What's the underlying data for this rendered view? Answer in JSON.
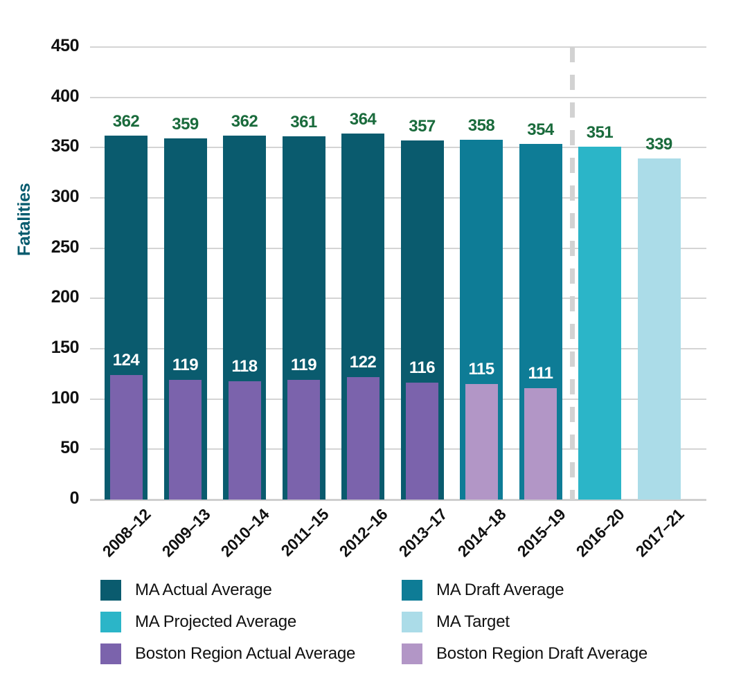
{
  "chart_data": {
    "type": "bar",
    "title": "",
    "xlabel": "",
    "ylabel": "Fatalities",
    "ylim": [
      0,
      450
    ],
    "ytick_step": 50,
    "yticks": [
      0,
      50,
      100,
      150,
      200,
      250,
      300,
      350,
      400,
      450
    ],
    "ytick_labels": [
      "0",
      "50",
      "100",
      "150",
      "200",
      "250",
      "300",
      "350",
      "400",
      "450"
    ],
    "grid": true,
    "legend_position": "bottom",
    "categories": [
      "2008–12",
      "2009–13",
      "2010–14",
      "2011–15",
      "2012–16",
      "2013–17",
      "2014–18",
      "2015–19",
      "2016–20",
      "2017–21"
    ],
    "series": [
      {
        "name": "MA Actual Average",
        "color": "#0A5B6E",
        "values": [
          362,
          359,
          362,
          361,
          364,
          357,
          null,
          null,
          null,
          null
        ]
      },
      {
        "name": "MA Draft Average",
        "color": "#0E7C96",
        "values": [
          null,
          null,
          null,
          null,
          null,
          null,
          358,
          354,
          null,
          null
        ]
      },
      {
        "name": "MA Projected Average",
        "color": "#2BB5C8",
        "values": [
          null,
          null,
          null,
          null,
          null,
          null,
          null,
          null,
          351,
          null
        ]
      },
      {
        "name": "MA Target",
        "color": "#ABDCE8",
        "values": [
          null,
          null,
          null,
          null,
          null,
          null,
          null,
          null,
          null,
          339
        ]
      },
      {
        "name": "Boston Region Actual Average",
        "color": "#7B63AC",
        "values": [
          124,
          119,
          118,
          119,
          122,
          116,
          null,
          null,
          null,
          null
        ]
      },
      {
        "name": "Boston Region Draft Average",
        "color": "#B296C6",
        "values": [
          null,
          null,
          null,
          null,
          null,
          null,
          115,
          111,
          null,
          null
        ]
      }
    ],
    "bars": [
      {
        "category": "2008–12",
        "outer_value": 362,
        "outer_series": "MA Actual Average",
        "inner_value": 124,
        "inner_series": "Boston Region Actual Average"
      },
      {
        "category": "2009–13",
        "outer_value": 359,
        "outer_series": "MA Actual Average",
        "inner_value": 119,
        "inner_series": "Boston Region Actual Average"
      },
      {
        "category": "2010–14",
        "outer_value": 362,
        "outer_series": "MA Actual Average",
        "inner_value": 118,
        "inner_series": "Boston Region Actual Average"
      },
      {
        "category": "2011–15",
        "outer_value": 361,
        "outer_series": "MA Actual Average",
        "inner_value": 119,
        "inner_series": "Boston Region Actual Average"
      },
      {
        "category": "2012–16",
        "outer_value": 364,
        "outer_series": "MA Actual Average",
        "inner_value": 122,
        "inner_series": "Boston Region Actual Average"
      },
      {
        "category": "2013–17",
        "outer_value": 357,
        "outer_series": "MA Actual Average",
        "inner_value": 116,
        "inner_series": "Boston Region Actual Average"
      },
      {
        "category": "2014–18",
        "outer_value": 358,
        "outer_series": "MA Draft Average",
        "inner_value": 115,
        "inner_series": "Boston Region Draft Average"
      },
      {
        "category": "2015–19",
        "outer_value": 354,
        "outer_series": "MA Draft Average",
        "inner_value": 111,
        "inner_series": "Boston Region Draft Average"
      },
      {
        "category": "2016–20",
        "outer_value": 351,
        "outer_series": "MA Projected Average",
        "inner_value": null,
        "inner_series": null
      },
      {
        "category": "2017–21",
        "outer_value": 339,
        "outer_series": "MA Target",
        "inner_value": null,
        "inner_series": null
      }
    ],
    "annotations": [
      {
        "type": "vertical-dashed-divider",
        "after_category": "2015–19",
        "color": "#d2d2d2"
      }
    ]
  },
  "axis": {
    "y_title": "Fatalities",
    "y_title_color": "#075B6E",
    "tick_color": "#111111",
    "gridline_color": "#d4d4d4"
  },
  "labels": {
    "outer_label_color": "#1A6B3C",
    "inner_label_color": "#ffffff"
  },
  "legend": {
    "items": [
      {
        "label": "MA Actual Average",
        "color": "#0A5B6E"
      },
      {
        "label": "MA Draft Average",
        "color": "#0E7C96"
      },
      {
        "label": "MA Projected Average",
        "color": "#2BB5C8"
      },
      {
        "label": "MA Target",
        "color": "#ABDCE8"
      },
      {
        "label": "Boston Region Actual Average",
        "color": "#7B63AC"
      },
      {
        "label": "Boston Region Draft Average",
        "color": "#B296C6"
      }
    ]
  }
}
